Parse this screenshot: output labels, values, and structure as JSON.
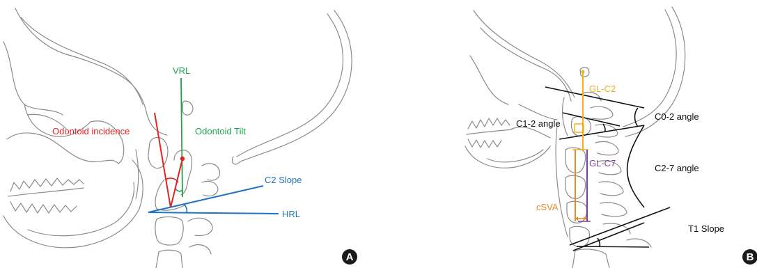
{
  "colors": {
    "red": "#e8201f",
    "green": "#1aa64a",
    "blue": "#1f74c2",
    "orange": "#f08a24",
    "gold": "#f2b01e",
    "purple": "#7b3fa0",
    "black": "#111111",
    "bone": "#8a8a8a",
    "badge": "#1a1a1a"
  },
  "panel_a": {
    "badge": "A",
    "labels": {
      "vrl": "VRL",
      "odontoid_incidence": "Odontoid incidence",
      "odontoid_tilt": "Odontoid Tilt",
      "c2_slope": "C2 Slope",
      "hrl": "HRL"
    }
  },
  "panel_b": {
    "badge": "B",
    "labels": {
      "gl_c2": "GL-C2",
      "c0_2_angle": "C0-2 angle",
      "c1_2_angle": "C1-2 angle",
      "gl_c7": "GL-C7",
      "c2_7_angle": "C2-7 angle",
      "csva": "cSVA",
      "t1_slope": "T1 Slope"
    }
  }
}
